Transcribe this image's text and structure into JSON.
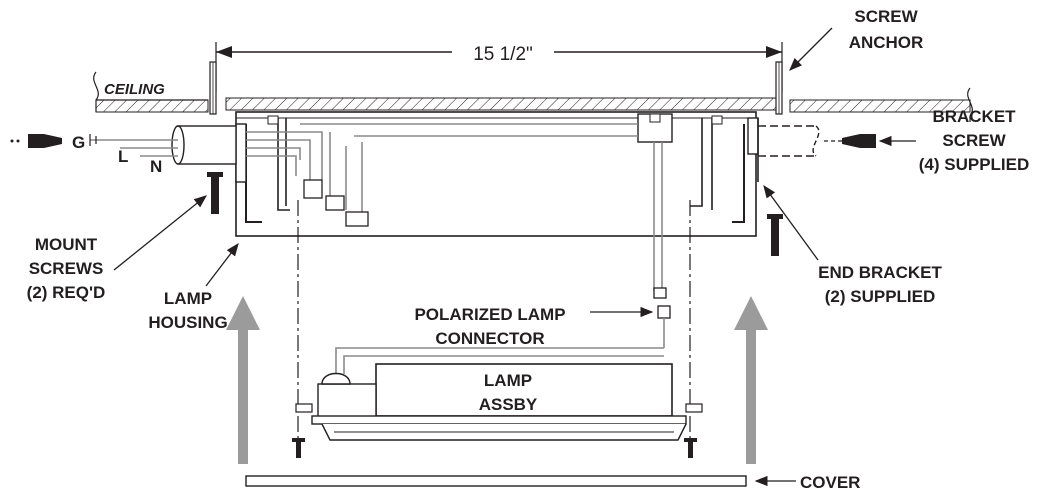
{
  "diagram": {
    "dimension": "15 1/2\"",
    "labels": {
      "screw_anchor_1": "SCREW",
      "screw_anchor_2": "ANCHOR",
      "ceiling": "CEILING",
      "bracket_screw_1": "BRACKET",
      "bracket_screw_2": "SCREW",
      "bracket_screw_3": "(4) SUPPLIED",
      "wire_g": "G",
      "wire_l": "L",
      "wire_n": "N",
      "mount_screws_1": "MOUNT",
      "mount_screws_2": "SCREWS",
      "mount_screws_3": "(2) REQ'D",
      "lamp_housing_1": "LAMP",
      "lamp_housing_2": "HOUSING",
      "end_bracket_1": "END BRACKET",
      "end_bracket_2": "(2) SUPPLIED",
      "polarized_1": "POLARIZED LAMP",
      "polarized_2": "CONNECTOR",
      "lamp_assby_1": "LAMP",
      "lamp_assby_2": "ASSBY",
      "cover": "COVER"
    },
    "colors": {
      "ink": "#231f20",
      "wire": "#8a8a8a",
      "arrow": "#9b9b9b"
    }
  }
}
